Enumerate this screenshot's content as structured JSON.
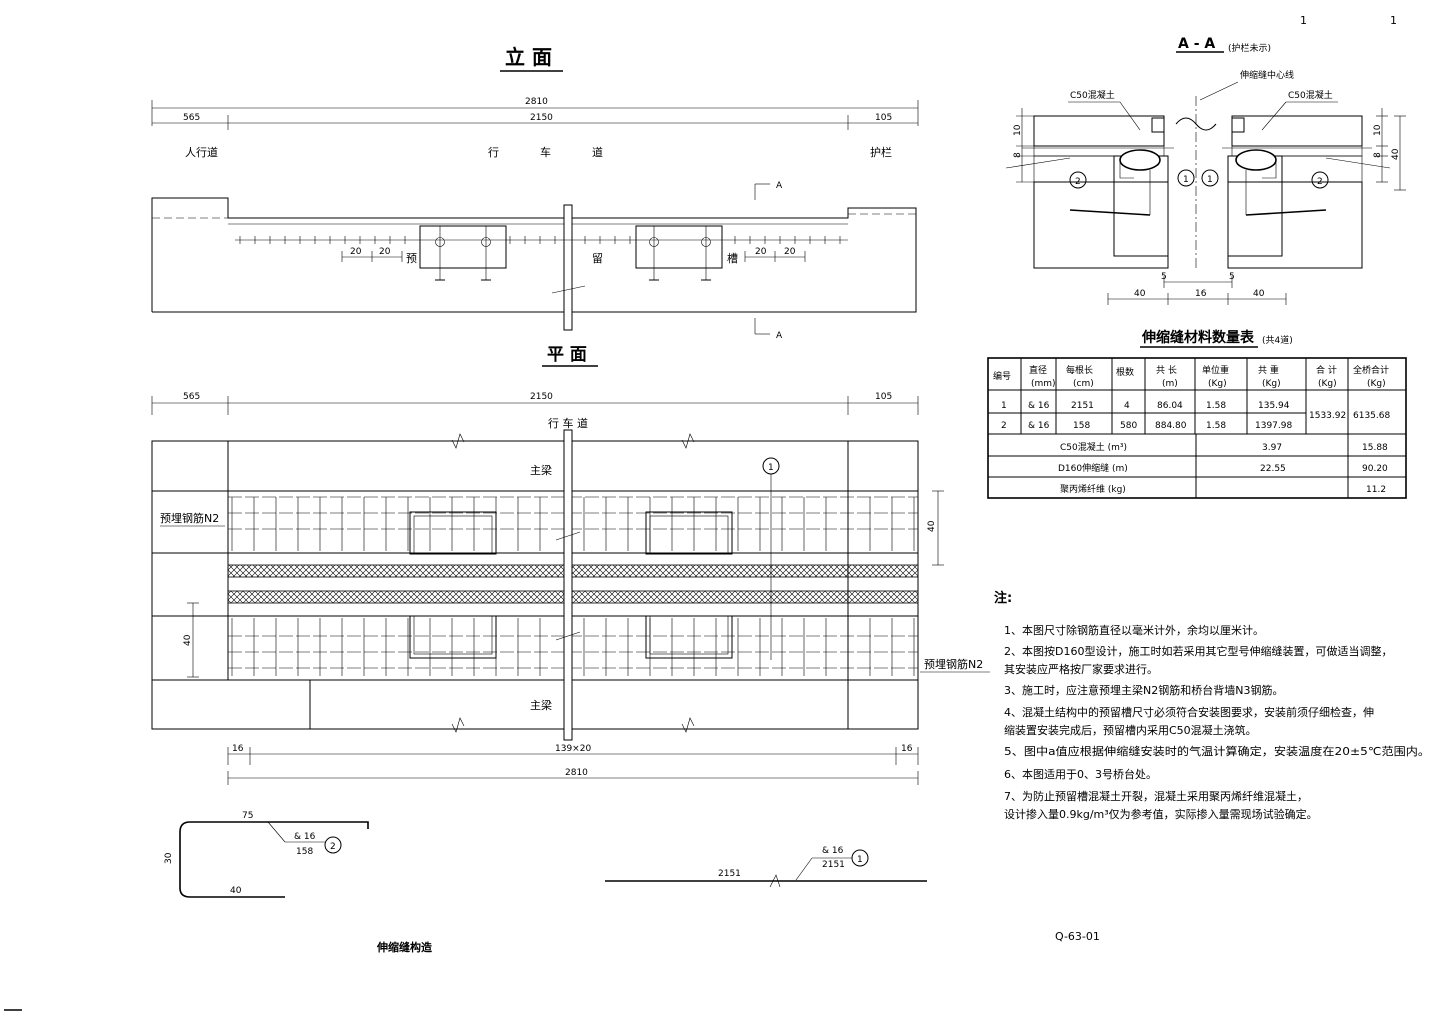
{
  "page_numbers": [
    "1",
    "1"
  ],
  "elevation": {
    "title": "立 面",
    "dim_total": "2810",
    "dim_left": "565",
    "dim_mid": "2150",
    "dim_right": "105",
    "label_sidewalk": "人行道",
    "label_roadway_chars": [
      "行",
      "车",
      "道"
    ],
    "label_guardrail": "护栏",
    "section_mark": "A",
    "slot_chars": [
      "预",
      "留",
      "槽"
    ],
    "spacing_20": "20"
  },
  "plan": {
    "title": "平 面",
    "dim_left": "565",
    "dim_mid": "2150",
    "dim_right": "105",
    "label_roadway": "行 车 道",
    "label_main_beam": "主梁",
    "label_embedded_top": "预埋钢筋N2",
    "label_embedded_bottom": "预埋钢筋N2",
    "dim_40": "40",
    "dim_edge": "16",
    "dim_spacing": "139×20",
    "dim_total": "2810",
    "callout_1": "1"
  },
  "section": {
    "title": "A - A",
    "subtitle": "(护栏未示)",
    "centerline_label": "伸缩缝中心线",
    "concrete_left": "C50混凝土",
    "concrete_right": "C50混凝土",
    "dims_left": [
      "10",
      "8"
    ],
    "dims_right": [
      "10",
      "8",
      "40"
    ],
    "bottom_dims": [
      "40",
      "16",
      "40"
    ],
    "gap_dim": "5",
    "callouts": [
      "2",
      "1",
      "1",
      "2"
    ]
  },
  "table": {
    "title": "伸缩缝材料数量表",
    "title_suffix": "(共4道)",
    "headers": [
      {
        "main": "编号",
        "unit": ""
      },
      {
        "main": "直径",
        "unit": "(mm)"
      },
      {
        "main": "每根长",
        "unit": "(cm)"
      },
      {
        "main": "根数",
        "unit": ""
      },
      {
        "main": "共 长",
        "unit": "(m)"
      },
      {
        "main": "单位重",
        "unit": "(Kg)"
      },
      {
        "main": "共 重",
        "unit": "(Kg)"
      },
      {
        "main": "合 计",
        "unit": "(Kg)"
      },
      {
        "main": "全桥合计",
        "unit": "(Kg)"
      }
    ],
    "rows": [
      [
        "1",
        "& 16",
        "2151",
        "4",
        "86.04",
        "1.58",
        "135.94"
      ],
      [
        "2",
        "& 16",
        "158",
        "580",
        "884.80",
        "1.58",
        "1397.98"
      ]
    ],
    "subtotal": "1533.92",
    "bridge_total": "6135.68",
    "extra_rows": [
      {
        "label": "C50混凝土 (m³)",
        "value": "3.97",
        "total": "15.88"
      },
      {
        "label": "D160伸缩缝 (m)",
        "value": "22.55",
        "total": "90.20"
      },
      {
        "label": "聚丙烯纤维 (kg)",
        "value": "",
        "total": "11.2"
      }
    ]
  },
  "notes": {
    "heading": "注:",
    "items": [
      "1、本图尺寸除钢筋直径以毫米计外，余均以厘米计。",
      "2、本图按D160型设计，施工时如若采用其它型号伸缩缝装置，可做适当调整，",
      "   其安装应严格按厂家要求进行。",
      "3、施工时，应注意预埋主梁N2钢筋和桥台背墙N3钢筋。",
      "4、混凝土结构中的预留槽尺寸必须符合安装图要求，安装前须仔细检查，伸",
      "   缩装置安装完成后，预留槽内采用C50混凝土浇筑。",
      "5、图中a值应根据伸缩缝安装时的气温计算确定，安装温度在20±5℃范围内。",
      "6、本图适用于0、3号桥台处。",
      "7、为防止预留槽混凝土开裂，混凝土采用聚丙烯纤维混凝土，",
      "   设计掺入量0.9kg/m³仅为参考值，实际掺入量需现场试验确定。"
    ]
  },
  "rebar": {
    "n2_dims": [
      "75",
      "30",
      "40"
    ],
    "n2_spec": "& 16",
    "n2_len": "158",
    "n2_no": "2",
    "n1_len_line": "2151",
    "n1_spec": "& 16",
    "n1_len": "2151",
    "n1_no": "1",
    "caption": "伸缩缝构造"
  },
  "drawing_no": "Q-63-01"
}
